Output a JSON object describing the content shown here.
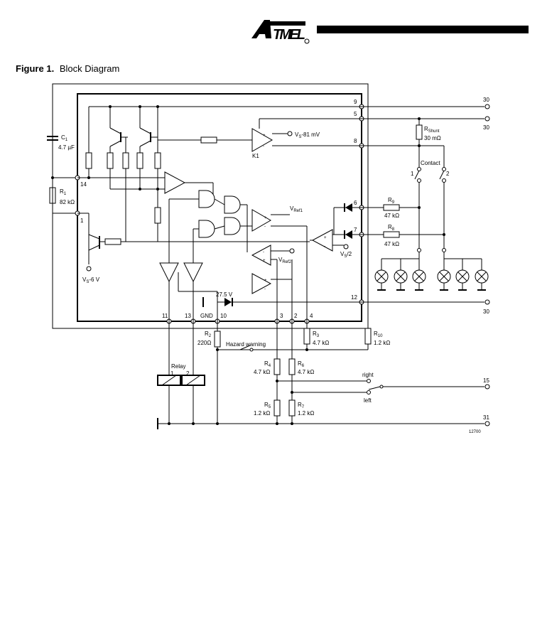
{
  "header": {
    "logo_text": "ATMEL"
  },
  "figure": {
    "label": "Figure 1.",
    "title": "Block Diagram"
  },
  "diagram": {
    "terminals": {
      "t30a": "30",
      "t30b": "30",
      "t30c": "30",
      "t15": "15",
      "t31": "31"
    },
    "pins": {
      "p9": "9",
      "p5": "5",
      "p8": "8",
      "p6": "6",
      "p7": "7",
      "p12": "12",
      "p14": "14",
      "p1": "1",
      "p11": "11",
      "p13": "13",
      "gnd": "GND",
      "p10": "10",
      "p3": "3",
      "p2": "2",
      "p4": "4"
    },
    "components": {
      "c1": "C",
      "c1_sub": "1",
      "c1_val": "4.7 µF",
      "r1": "R",
      "r1_sub": "1",
      "r1_val": "82 kΩ",
      "r2": "R",
      "r2_sub": "2",
      "r2_val": "220Ω",
      "r3": "R",
      "r3_sub": "3",
      "r3_val": "4.7 kΩ",
      "r4": "R",
      "r4_sub": "4",
      "r4_val": "4.7 kΩ",
      "r5": "R",
      "r5_sub": "5",
      "r5_val": "1.2 kΩ",
      "r6": "R",
      "r6_sub": "6",
      "r6_val": "4.7 kΩ",
      "r7": "R",
      "r7_sub": "7",
      "r7_val": "1.2 kΩ",
      "r8": "R",
      "r8_sub": "8",
      "r8_val": "47 kΩ",
      "r9": "R",
      "r9_sub": "9",
      "r9_val": "47 kΩ",
      "r10": "R",
      "r10_sub": "10",
      "r10_val": "1.2 kΩ",
      "rshunt": "R",
      "rshunt_sub": "Shunt",
      "rshunt_val": "30 mΩ"
    },
    "labels": {
      "vs81": "V",
      "vs81_sub": "S",
      "vs81_rest": "-81 mV",
      "k1": "K1",
      "vref1": "V",
      "vref1_sub": "Ref1",
      "vref2": "V",
      "vref2_sub": "Ref2",
      "vs2": "V",
      "vs2_sub": "S",
      "vs2_rest": "/2",
      "vs6": "V",
      "vs6_sub": "S",
      "vs6_rest": "-6 V",
      "z275": "27.5 V",
      "contact": "Contact",
      "contact_1": "1",
      "contact_2": "2",
      "hazard": "Hazard warning",
      "relay": "Relay",
      "relay_1": "1",
      "relay_2": "2",
      "right": "right",
      "left": "left",
      "doc_number": "12700"
    }
  }
}
